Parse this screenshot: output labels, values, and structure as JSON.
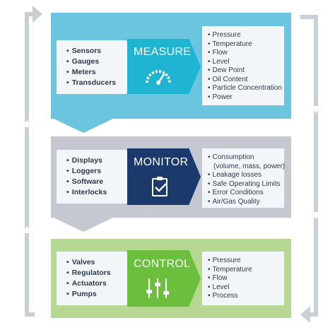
{
  "colors": {
    "measure_panel": "#6cc5de",
    "measure_stage": "#1fb4d2",
    "monitor_panel": "#c5c8d1",
    "monitor_stage": "#1b3a6b",
    "control_panel": "#b7d892",
    "control_stage": "#6cbf3c",
    "box": "#f3f6f8",
    "text": "#2d3b4d",
    "side_arrows": "#c9cfd4"
  },
  "measure": {
    "inputs": [
      "Sensors",
      "Gauges",
      "Meters",
      "Transducers"
    ],
    "title": "MEASURE",
    "icon": "gauge-icon",
    "outputs": [
      "Pressure",
      "Temperature",
      "Flow",
      "Level",
      "Dew Point",
      "Oil Content",
      "Particle Concentration",
      "Power"
    ]
  },
  "monitor": {
    "inputs": [
      "Displays",
      "Loggers",
      "Software",
      "Interlocks"
    ],
    "title": "MONITOR",
    "icon": "clipboard-check-icon",
    "outputs": [
      "Consumption",
      "(volume, mass, power)",
      "Leakage losses",
      "Safe Operating Limits",
      "Error Conditions",
      "Air/Gas Quality"
    ]
  },
  "control": {
    "inputs": [
      "Valves",
      "Regulators",
      "Actuators",
      "Pumps"
    ],
    "title": "CONTROL",
    "icon": "sliders-icon",
    "outputs": [
      "Pressure",
      "Temperature",
      "Flow",
      "Level",
      "Process"
    ]
  }
}
